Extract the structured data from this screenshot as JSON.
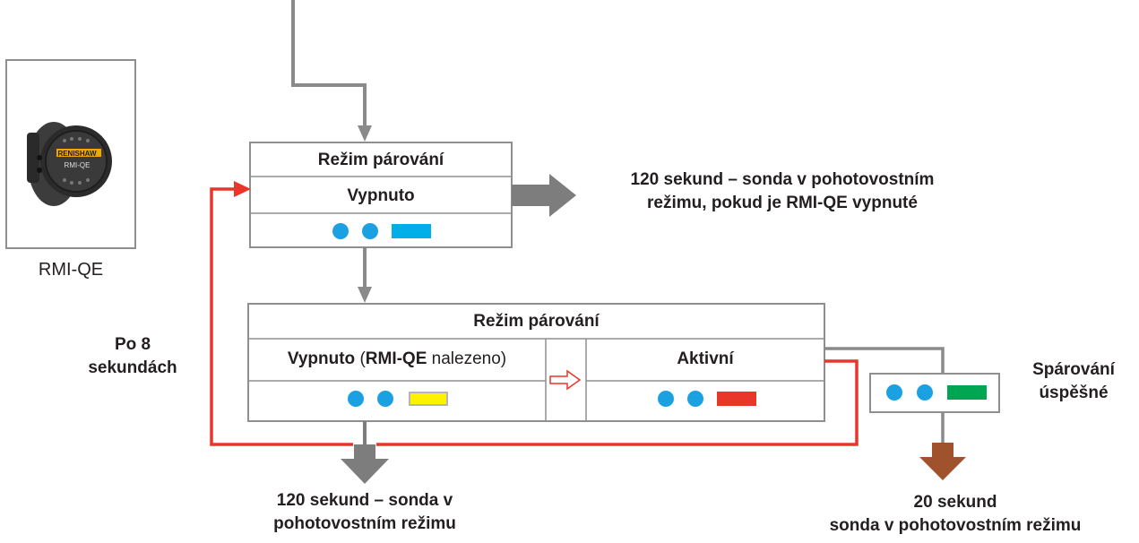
{
  "device": {
    "caption": "RMI-QE",
    "photo_brand": "RENISHAW",
    "photo_model": "RMI-QE"
  },
  "box_top": {
    "title": "Režim párování",
    "state": "Vypnuto",
    "leds": [
      "#1ba1e2",
      "#1ba1e2"
    ],
    "bar_color": "#00aee8"
  },
  "box_mid": {
    "title": "Režim párování",
    "left_state_bold": "Vypnuto",
    "left_state_paren_open": " (",
    "left_state_found_bold": "RMI-QE",
    "left_state_rest": " nalezeno)",
    "right_state": "Aktivní",
    "left_leds": [
      "#1ba1e2",
      "#1ba1e2"
    ],
    "left_bar_color": "#fff200",
    "left_bar_border": "#b5b5b5",
    "right_leds": [
      "#1ba1e2",
      "#1ba1e2"
    ],
    "right_bar_color": "#e8362b"
  },
  "box_success": {
    "leds": [
      "#1ba1e2",
      "#1ba1e2"
    ],
    "bar_color": "#00a651"
  },
  "labels": {
    "top_right": "120 sekund – sonda v pohotovostním\nrežimu, pokud je RMI-QE vypnuté",
    "loop": "Po 8\nsekundách",
    "bottom_left": "120 sekund – sonda v\npohotovostním režimu",
    "success": "Spárování\núspěšné",
    "bottom_right": "20 sekund\nsonda v pohotovostním režimu"
  },
  "colors": {
    "line_gray": "#8a8a8a",
    "arrow_gray": "#7d7d7d",
    "box_border": "#8f8f8f",
    "red": "#e8362b",
    "brown": "#a0522d"
  }
}
